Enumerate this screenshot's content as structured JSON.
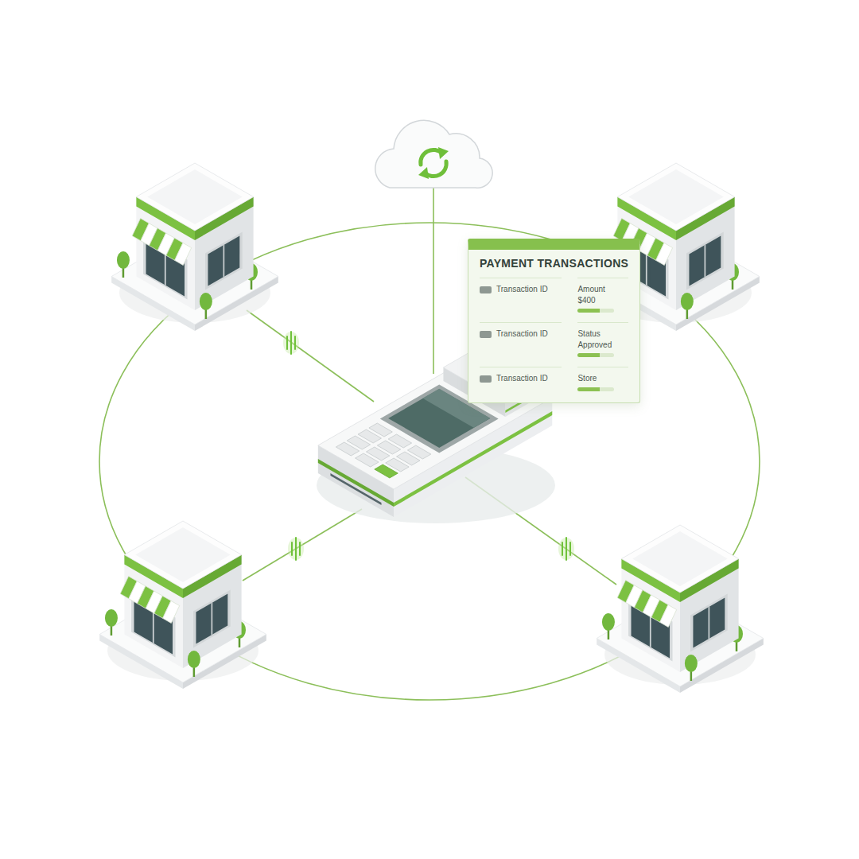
{
  "diagram": {
    "nodes": [
      {
        "text": [
          "PAYMENT TRANSACTIONS",
          "Transaction ID",
          "Transaction ID",
          "Transaction ID",
          "Amount",
          "$400",
          "Status",
          "Approved",
          "Store"
        ]
      }
    ]
  }
}
